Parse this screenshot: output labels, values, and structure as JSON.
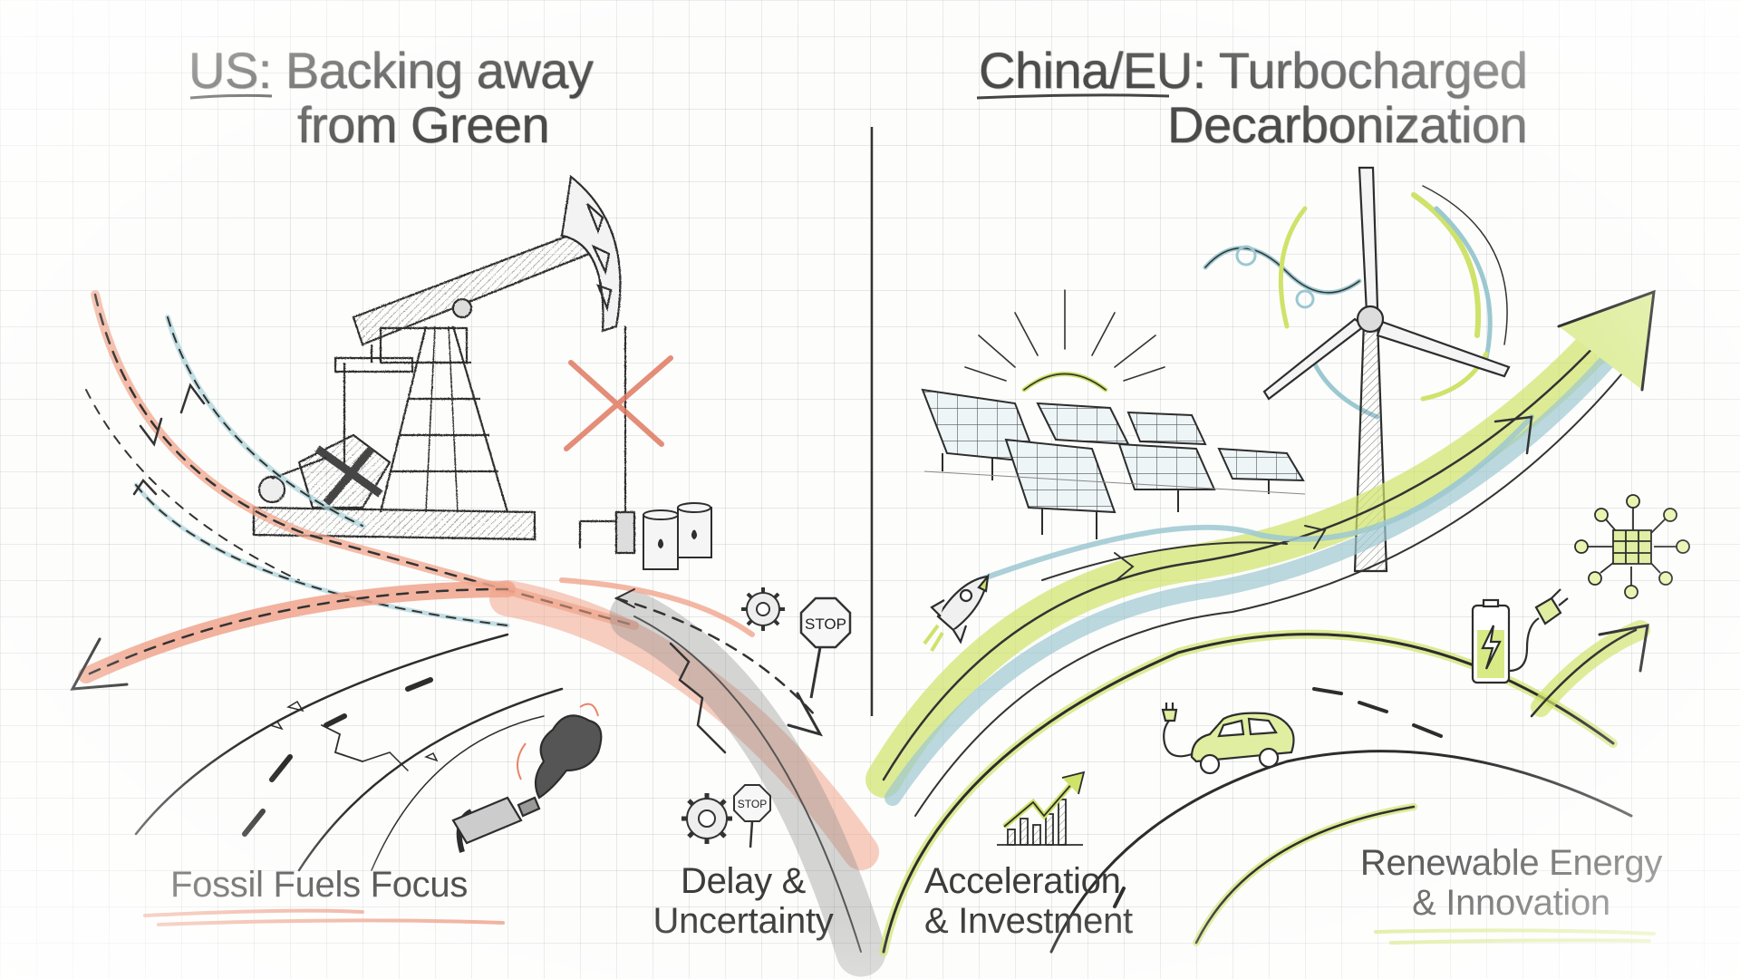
{
  "left_panel": {
    "title_line1_prefix": "US:",
    "title_line1_rest": " Backing away",
    "title_line2": "from Green",
    "label_main": "Fossil Fuels Focus",
    "label_secondary_line1": "Delay &",
    "label_secondary_line2": "Uncertainty",
    "stop_sign_large": "STOP",
    "stop_sign_small": "STOP",
    "accent_color": "#e8846a",
    "secondary_color": "#9cc8d0"
  },
  "right_panel": {
    "title_line1": "China/EU: Turbocharged",
    "title_line2": "Decarbonization",
    "label_main_line1": "Renewable Energy",
    "label_main_line2": "& Innovation",
    "label_secondary_line1": "Acceleration",
    "label_secondary_line2": "& Investment",
    "accent_color": "#cfe26a",
    "secondary_color": "#8fc4cc"
  },
  "icons": {
    "left": [
      "oil-pumpjack",
      "red-x-mark",
      "oil-barrels",
      "gear",
      "stop-sign",
      "cracked-road",
      "exhaust-pipe-smoke",
      "dashed-arrows-down"
    ],
    "right": [
      "solar-panels",
      "sun",
      "wind-turbine",
      "wind-swirls",
      "rocket",
      "growth-bar-chart",
      "electric-car",
      "battery-charging",
      "plug",
      "solar-network-node",
      "upward-arrows",
      "highway"
    ]
  }
}
